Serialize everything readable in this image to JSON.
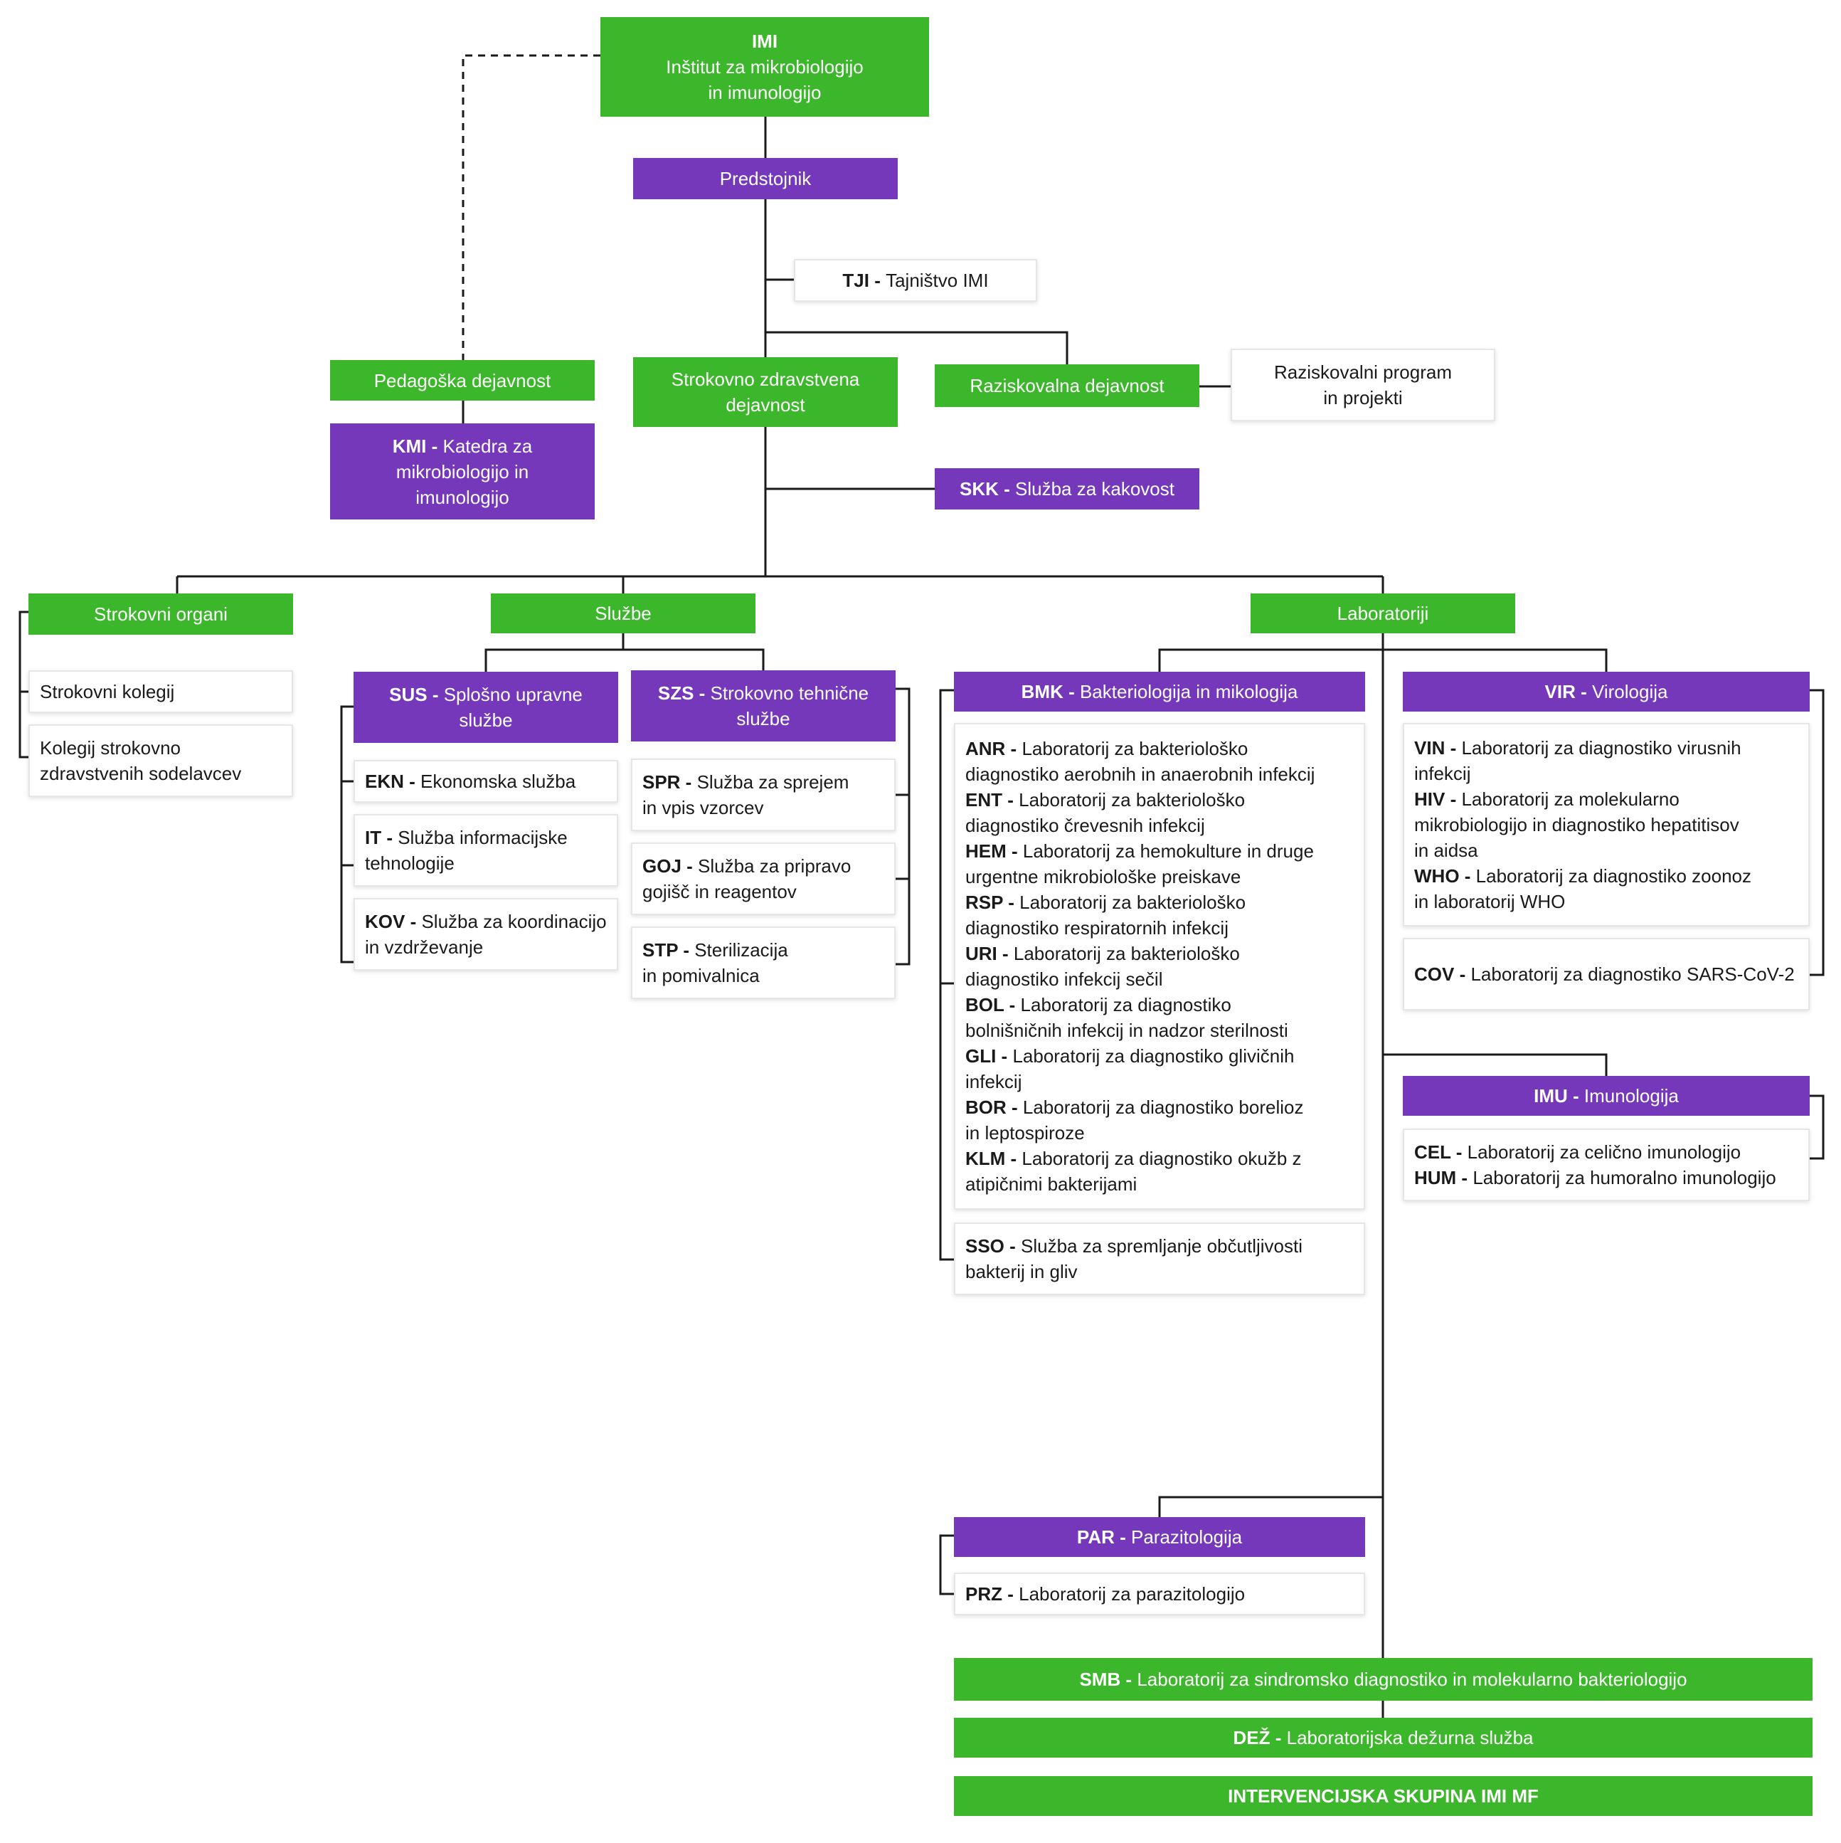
{
  "top": {
    "code": "IMI",
    "line1": "Inštitut za mikrobiologijo",
    "line2": "in imunologijo"
  },
  "predstojnik": "Predstojnik",
  "tji": {
    "code": "TJI - ",
    "text": "Tajništvo IMI"
  },
  "pedagoska": "Pedagoška dejavnost",
  "kmi": {
    "code": "KMI - ",
    "line1": "Katedra za",
    "line2": "mikrobiologijo in",
    "line3": "imunologijo"
  },
  "strokovno_zdravstvena": {
    "line1": "Strokovno zdravstvena",
    "line2": "dejavnost"
  },
  "raziskovalna": "Raziskovalna dejavnost",
  "raziskovalni_program": {
    "line1": "Raziskovalni program",
    "line2": "in projekti"
  },
  "skk": {
    "code": "SKK - ",
    "text": "Služba za kakovost"
  },
  "strokovni_organi": {
    "title": "Strokovni organi",
    "item1": "Strokovni kolegij",
    "item2_line1": "Kolegij strokovno",
    "item2_line2": "zdravstvenih sodelavcev"
  },
  "sluzbe": "Službe",
  "sus": {
    "code": "SUS - ",
    "line1": "Splošno upravne",
    "line2": "službe"
  },
  "ekn": {
    "code": "EKN - ",
    "text": "Ekonomska služba"
  },
  "it": {
    "code": "IT - ",
    "line1": "Služba informacijske",
    "line2": "tehnologije"
  },
  "kov": {
    "code": "KOV - ",
    "line1": "Služba za koordinacijo",
    "line2": "in vzdrževanje"
  },
  "szs": {
    "code": "SZS - ",
    "line1": "Strokovno tehnične",
    "line2": "službe"
  },
  "spr": {
    "code": "SPR - ",
    "line1": "Služba za sprejem",
    "line2": "in vpis vzorcev"
  },
  "goj": {
    "code": "GOJ - ",
    "line1": "Služba za pripravo",
    "line2": "gojišč in reagentov"
  },
  "stp": {
    "code": "STP - ",
    "line1": "Sterilizacija",
    "line2": "in pomivalnica"
  },
  "laboratoriji": "Laboratoriji",
  "bmk": {
    "code": "BMK - ",
    "text": "Bakteriologija in mikologija"
  },
  "bmk_labs": [
    {
      "code": "ANR - ",
      "line1": "Laboratorij za bakteriološko",
      "line2": "diagnostiko aerobnih in anaerobnih infekcij"
    },
    {
      "code": "ENT - ",
      "line1": "Laboratorij za bakteriološko",
      "line2": "diagnostiko črevesnih infekcij"
    },
    {
      "code": "HEM - ",
      "line1": "Laboratorij za hemokulture in druge",
      "line2": "urgentne mikrobiološke preiskave"
    },
    {
      "code": "RSP - ",
      "line1": "Laboratorij za bakteriološko",
      "line2": "diagnostiko respiratornih infekcij"
    },
    {
      "code": "URI - ",
      "line1": "Laboratorij za bakteriološko",
      "line2": "diagnostiko infekcij sečil"
    },
    {
      "code": "BOL - ",
      "line1": "Laboratorij za diagnostiko",
      "line2": "bolnišničnih infekcij in nadzor sterilnosti"
    },
    {
      "code": "GLI - ",
      "line1": "Laboratorij za diagnostiko glivičnih",
      "line2": "infekcij"
    },
    {
      "code": "BOR - ",
      "line1": "Laboratorij za diagnostiko borelioz",
      "line2": "in leptospiroze"
    },
    {
      "code": "KLM - ",
      "line1": "Laboratorij za diagnostiko okužb z",
      "line2": "atipičnimi bakterijami"
    }
  ],
  "sso": {
    "code": "SSO - ",
    "line1": "Služba za spremljanje občutljivosti",
    "line2": "bakterij in gliv"
  },
  "vir": {
    "code": "VIR - ",
    "text": "Virologija"
  },
  "vir_labs": [
    {
      "code": "VIN - ",
      "line1": "Laboratorij za diagnostiko virusnih",
      "line2": "infekcij",
      "line3": ""
    },
    {
      "code": "HIV - ",
      "line1": "Laboratorij za molekularno",
      "line2": "mikrobiologijo in diagnostiko hepatitisov",
      "line3": "in aidsa"
    },
    {
      "code": "WHO - ",
      "line1": "Laboratorij za diagnostiko zoonoz",
      "line2": "in laboratorij WHO",
      "line3": ""
    }
  ],
  "cov": {
    "code": "COV - ",
    "text": "Laboratorij za diagnostiko SARS-CoV-2"
  },
  "imu": {
    "code": "IMU - ",
    "text": "Imunologija"
  },
  "cel": {
    "code": "CEL - ",
    "text": "Laboratorij za celično imunologijo"
  },
  "hum": {
    "code": "HUM - ",
    "text": "Laboratorij za humoralno imunologijo"
  },
  "par": {
    "code": "PAR - ",
    "text": "Parazitologija"
  },
  "prz": {
    "code": "PRZ - ",
    "text": "Laboratorij za parazitologijo"
  },
  "smb": {
    "code": "SMB - ",
    "text": "Laboratorij za sindromsko diagnostiko in molekularno bakteriologijo"
  },
  "dez": {
    "code": "DEŽ - ",
    "text": "Laboratorijska dežurna služba"
  },
  "intervencijska": "INTERVENCIJSKA SKUPINA IMI MF",
  "colors": {
    "green": "#3cb72b",
    "purple": "#7538bb",
    "line": "#1a1a1a"
  }
}
